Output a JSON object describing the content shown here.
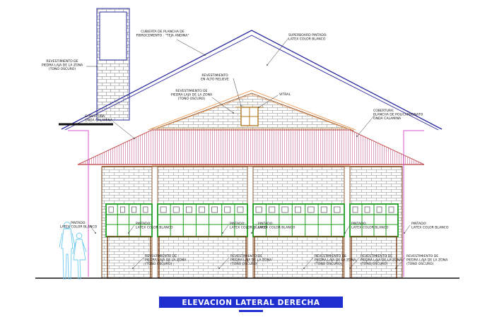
{
  "drawing_title": "ELEVACION LATERAL DERECHA",
  "annotations": {
    "roof_finish": [
      "CUBIERTA DE PLANCHA DE",
      "FIBROCEMENTO : \"TEJA ANDINA\""
    ],
    "chimney_cladding": [
      "REVESTIMIENTO DE",
      "PIEDRA LAJA DE LA ZONA",
      "(TONO OSCURO)"
    ],
    "superboard": [
      "SUPERBOARD PINTADO:",
      "LATEX COLOR BLANCO"
    ],
    "relief_cladding": [
      "REVESTIMIENTO",
      "EN ALTO RELIEVE"
    ],
    "gable_cladding": [
      "REVESTIMIENTO DE",
      "PIEDRA LAJA DE LA ZONA",
      "(TONO OSCURO)"
    ],
    "vitral": [
      "VITRAL"
    ],
    "left_eave_cover": [
      "COBERTURA:",
      "ONDA CALAMINA"
    ],
    "right_eave_cover": [
      "COBERTURA:",
      "PLANCHA DE POLICARBONATO",
      "ONDA CALAMINA"
    ],
    "paint_left_wall": [
      "PINTADO:",
      "LATEX COLOR BLANCO"
    ],
    "paint_bay_1": [
      "PINTADO:",
      "LATEX COLOR BLANCO"
    ],
    "paint_bay_2": [
      "PINTADO:",
      "LATEX COLOR BLANCO"
    ],
    "paint_bay_3": [
      "PINTADO:",
      "LATEX COLOR BLANCO"
    ],
    "paint_bay_4": [
      "PINTADO:",
      "LATEX COLOR BLANCO"
    ],
    "paint_right_wall": [
      "PINTADO:",
      "LATEX COLOR BLANCO"
    ],
    "stone_bay_1": [
      "REVESTIMIENTO DE",
      "PIEDRA LAJA DE LA ZONA",
      "(TONO OSCURO)"
    ],
    "stone_bay_2": [
      "REVESTIMIENTO DE",
      "PIEDRA LAJA DE LA ZONA",
      "(TONO OSCURO)"
    ],
    "stone_bay_3": [
      "REVESTIMIENTO DE",
      "PIEDRA LAJA DE LA ZONA",
      "(TONO OSCURO)"
    ],
    "stone_bay_4": [
      "REVESTIMIENTO DE",
      "PIEDRA LAJA DE LA ZONA",
      "(TONO OSCURO)"
    ],
    "stone_right_wall": [
      "REVESTIMIENTO DE",
      "PIEDRA LAJA DE LA ZONA",
      "(TONO OSCURO)"
    ]
  },
  "colors": {
    "roof_outline": "#2b2b9e",
    "roof_fill": "#d07aa0",
    "chimney": "#2b2b9e",
    "wall_outline": "#7a3b10",
    "window_frame": "#1e9e1e",
    "masonry": "#9a9a9a",
    "facade_fascia": "#d455d4",
    "gable_trim": "#f0a060",
    "vitral_frame": "#b07a20",
    "figure": "#6ec9ef",
    "title_bg": "#1f2fcf",
    "title_text": "#ffffff",
    "ground": "#111111"
  }
}
